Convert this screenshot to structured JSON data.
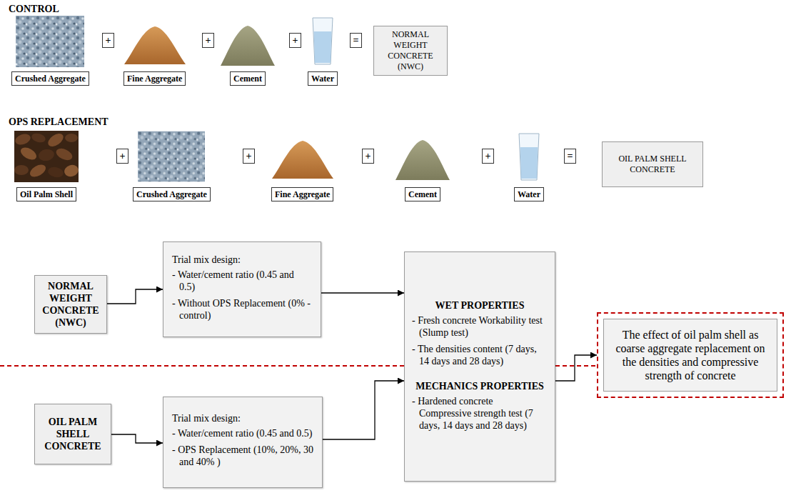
{
  "diagram": {
    "nodes": [
      {
        "text": [
          "Crushed Aggregate"
        ]
      },
      {
        "text": [
          "+"
        ]
      },
      {
        "text": [
          "Fine Aggregate"
        ]
      },
      {
        "text": [
          "+"
        ]
      },
      {
        "text": [
          "Cement"
        ]
      },
      {
        "text": [
          "+"
        ]
      },
      {
        "text": [
          "Water"
        ]
      },
      {
        "text": [
          "="
        ]
      },
      {
        "text": [
          "NORMAL WEIGHT CONCRETE (NWC)"
        ]
      },
      {
        "text": [
          "Oil Palm Shell"
        ]
      },
      {
        "text": [
          "+"
        ]
      },
      {
        "text": [
          "Crushed Aggregate"
        ]
      },
      {
        "text": [
          "+"
        ]
      },
      {
        "text": [
          "Fine Aggregate"
        ]
      },
      {
        "text": [
          "+"
        ]
      },
      {
        "text": [
          "Cement"
        ]
      },
      {
        "text": [
          "+"
        ]
      },
      {
        "text": [
          "Water"
        ]
      },
      {
        "text": [
          "="
        ]
      },
      {
        "text": [
          "OIL PALM SHELL CONCRETE"
        ]
      },
      {
        "text": [
          "NORMAL WEIGHT CONCRETE (NWC)"
        ]
      },
      {
        "text": [
          "Trial mix design:",
          "- Water/cement ratio (0.45 and 0.5)",
          "- Without OPS Replacement (0% - control)"
        ]
      },
      {
        "text": [
          "WET PROPERTIES",
          "- Fresh concrete Workability test (Slump test)",
          "- The densities content (7 days, 14 days and 28 days)",
          "MECHANICS PROPERTIES",
          "- Hardened concrete Compressive strength test (7 days, 14 days and 28 days)"
        ]
      },
      {
        "text": [
          "The effect of oil palm shell as coarse aggregate replacement on the densities and compressive strength of concrete"
        ]
      },
      {
        "text": [
          "OIL PALM SHELL CONCRETE"
        ]
      },
      {
        "text": [
          "Trial mix design:",
          "- Water/cement ratio (0.45 and 0.5)",
          "- OPS Replacement (10%, 20%, 30 and 40% )"
        ]
      }
    ],
    "edges": [
      {
        "from": 20,
        "to": 21,
        "arrow": "to"
      },
      {
        "from": 21,
        "to": 22,
        "arrow": "to"
      },
      {
        "from": 24,
        "to": 25,
        "arrow": "to"
      },
      {
        "from": 25,
        "to": 22,
        "arrow": "to"
      },
      {
        "from": 22,
        "to": 23,
        "arrow": "to"
      }
    ],
    "labels": [
      "CONTROL",
      "OPS REPLACEMENT"
    ]
  }
}
